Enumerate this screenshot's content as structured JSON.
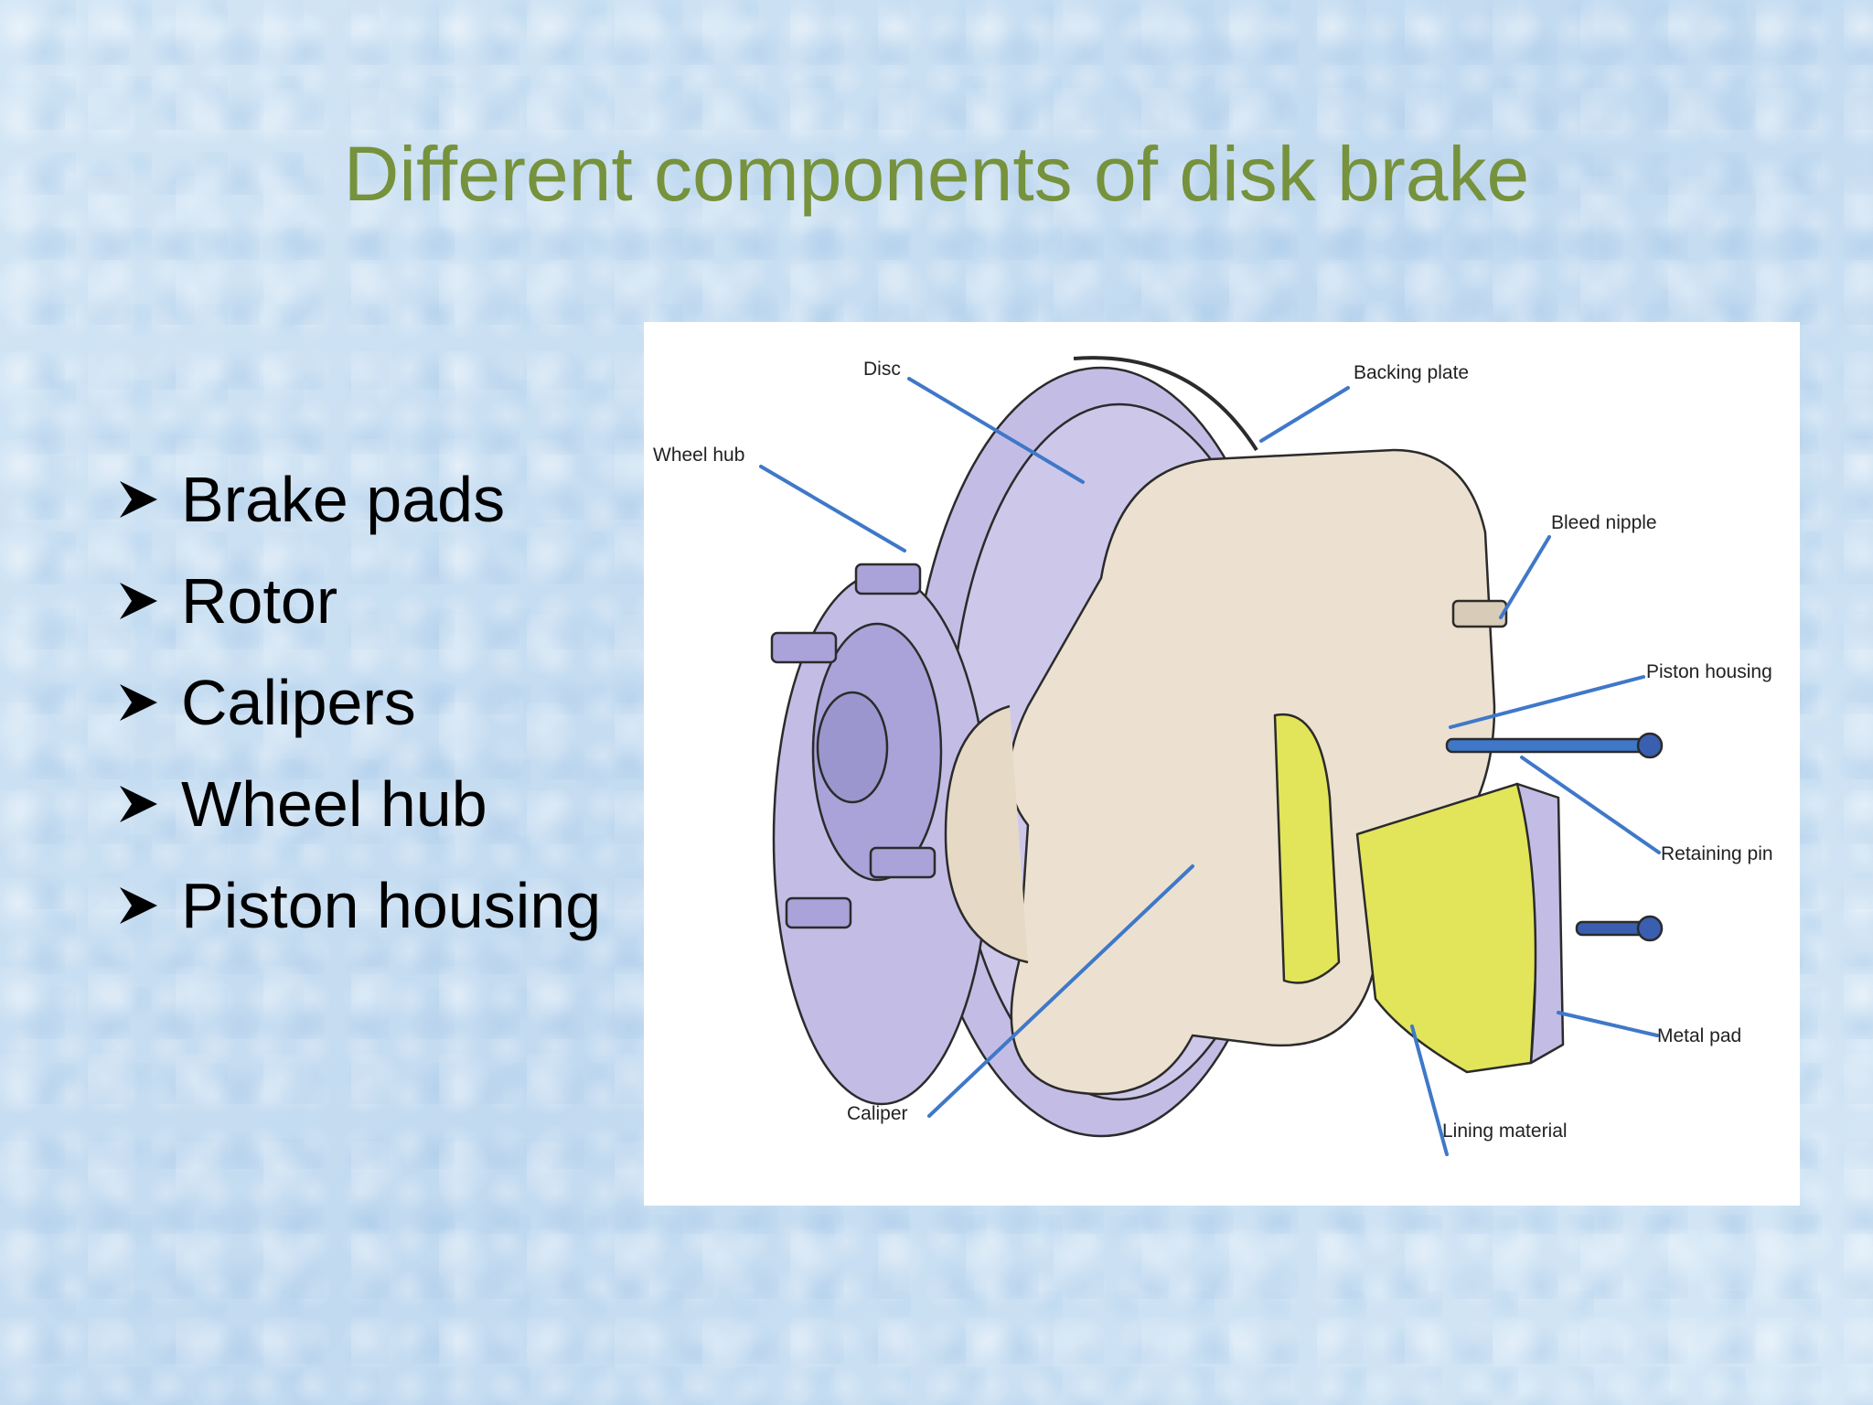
{
  "slide": {
    "title": "Different components of disk brake",
    "bullets": [
      "Brake pads",
      "Rotor",
      "Calipers",
      "Wheel hub",
      "Piston housing"
    ]
  },
  "diagram": {
    "labels": {
      "disc": "Disc",
      "backing_plate": "Backing plate",
      "wheel_hub": "Wheel hub",
      "bleed_nipple": "Bleed nipple",
      "piston_housing": "Piston housing",
      "retaining_pin": "Retaining pin",
      "metal_pad": "Metal pad",
      "caliper": "Caliper",
      "lining_material": "Lining material"
    },
    "colors": {
      "disc": "#c3bde6",
      "caliper": "#ece1d0",
      "lining": "#e2e55a",
      "leader": "#3f78c8",
      "title": "#76923c"
    }
  }
}
